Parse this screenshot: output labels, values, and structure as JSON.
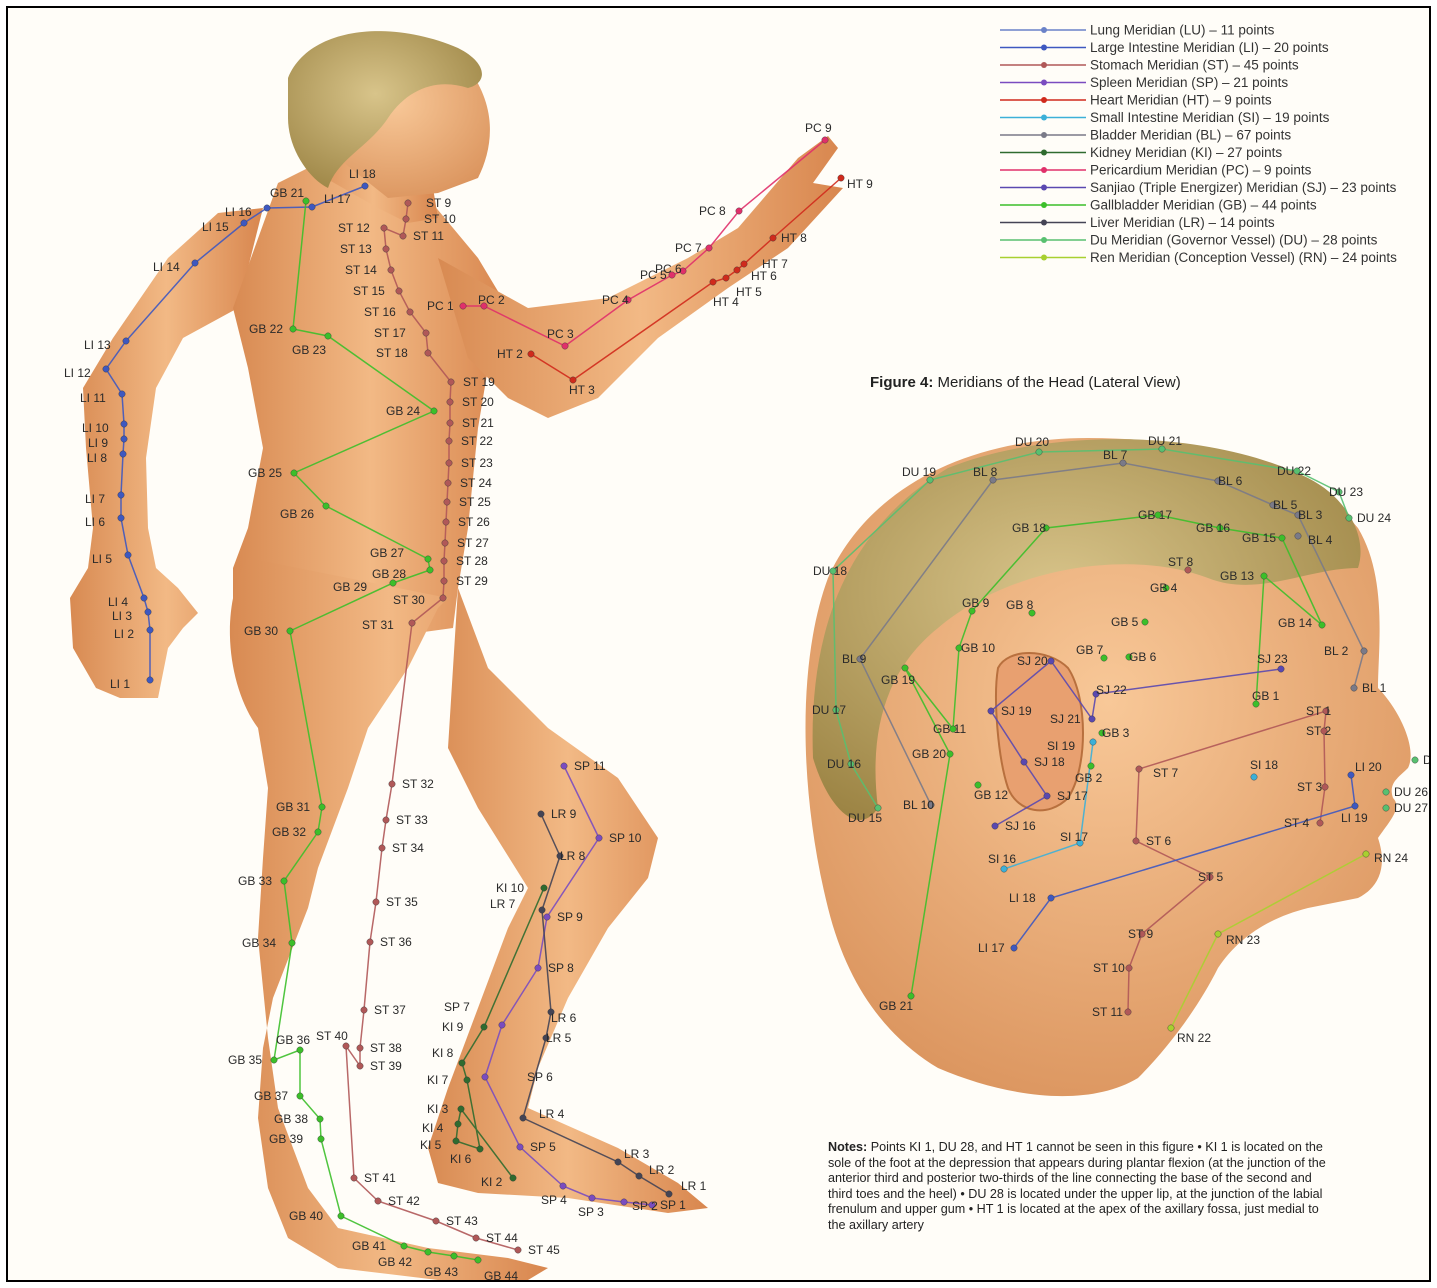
{
  "legend": [
    {
      "label": "Lung Meridian (LU) – 11 points",
      "color": "#6a82c8"
    },
    {
      "label": "Large Intestine Meridian (LI) – 20 points",
      "color": "#3e58c0"
    },
    {
      "label": "Stomach Meridian (ST) – 45 points",
      "color": "#b05858"
    },
    {
      "label": "Spleen Meridian (SP) – 21 points",
      "color": "#7a4cc0"
    },
    {
      "label": "Heart Meridian (HT) – 9 points",
      "color": "#d02a1c"
    },
    {
      "label": "Small Intestine Meridian (SI) – 19 points",
      "color": "#3cb0d8"
    },
    {
      "label": "Bladder Meridian (BL) – 67 points",
      "color": "#7a7a88"
    },
    {
      "label": "Kidney Meridian (KI) – 27 points",
      "color": "#2f6b2f"
    },
    {
      "label": "Pericardium Meridian (PC) – 9 points",
      "color": "#e0306a"
    },
    {
      "label": "Sanjiao (Triple Energizer) Meridian (SJ) – 23 points",
      "color": "#5a48b0"
    },
    {
      "label": "Gallbladder Meridian (GB) – 44 points",
      "color": "#3cbf2a"
    },
    {
      "label": "Liver Meridian (LR) – 14 points",
      "color": "#444455"
    },
    {
      "label": "Du Meridian (Governor Vessel) (DU) – 28 points",
      "color": "#58c070"
    },
    {
      "label": "Ren Meridian (Conception Vessel) (RN) – 24 points",
      "color": "#a8d030"
    }
  ],
  "figure": {
    "number": "Figure 4:",
    "caption": "Meridians of the Head (Lateral View)"
  },
  "notes": {
    "heading": "Notes:",
    "text": "Points KI 1, DU 28, and HT 1 cannot be seen in this figure • KI 1 is located on the sole of the foot at the depression that appears during plantar flexion (at the junction of the anterior third and posterior two-thirds of the line connecting the base of the second and third toes and the heel) • DU 28 is located under the upper lip, at the junction of the labial frenulum and upper gum • HT 1 is located at the apex of the axillary fossa, just medial to the axillary artery"
  },
  "body_points": {
    "LI": [
      "LI 1",
      "LI 2",
      "LI 3",
      "LI 4",
      "LI 5",
      "LI 6",
      "LI 7",
      "LI 8",
      "LI 9",
      "LI 10",
      "LI 11",
      "LI 12",
      "LI 13",
      "LI 14",
      "LI 15",
      "LI 16",
      "LI 17",
      "LI 18"
    ],
    "ST": [
      "ST 9",
      "ST 10",
      "ST 11",
      "ST 12",
      "ST 13",
      "ST 14",
      "ST 15",
      "ST 16",
      "ST 17",
      "ST 18",
      "ST 19",
      "ST 20",
      "ST 21",
      "ST 22",
      "ST 23",
      "ST 24",
      "ST 25",
      "ST 26",
      "ST 27",
      "ST 28",
      "ST 29",
      "ST 30",
      "ST 31",
      "ST 32",
      "ST 33",
      "ST 34",
      "ST 35",
      "ST 36",
      "ST 37",
      "ST 38",
      "ST 39",
      "ST 40",
      "ST 41",
      "ST 42",
      "ST 43",
      "ST 44",
      "ST 45"
    ],
    "GB": [
      "GB 21",
      "GB 22",
      "GB 23",
      "GB 24",
      "GB 25",
      "GB 26",
      "GB 27",
      "GB 28",
      "GB 29",
      "GB 30",
      "GB 31",
      "GB 32",
      "GB 33",
      "GB 34",
      "GB 35",
      "GB 36",
      "GB 37",
      "GB 38",
      "GB 39",
      "GB 40",
      "GB 41",
      "GB 42",
      "GB 43",
      "GB 44"
    ],
    "PC": [
      "PC 1",
      "PC 2",
      "PC 3",
      "PC 4",
      "PC 5",
      "PC 6",
      "PC 7",
      "PC 8",
      "PC 9"
    ],
    "HT": [
      "HT 2",
      "HT 3",
      "HT 4",
      "HT 5",
      "HT 6",
      "HT 7",
      "HT 8",
      "HT 9"
    ],
    "SP": [
      "SP 1",
      "SP 2",
      "SP 3",
      "SP 4",
      "SP 5",
      "SP 6",
      "SP 7",
      "SP 8",
      "SP 9",
      "SP 10",
      "SP 11"
    ],
    "LR": [
      "LR 1",
      "LR 2",
      "LR 3",
      "LR 4",
      "LR 5",
      "LR 6",
      "LR 7",
      "LR 8",
      "LR 9"
    ],
    "KI": [
      "KI 2",
      "KI 3",
      "KI 4",
      "KI 5",
      "KI 6",
      "KI 7",
      "KI 8",
      "KI 9",
      "KI 10"
    ]
  },
  "head_points": {
    "DU": [
      "DU 15",
      "DU 16",
      "DU 17",
      "DU 18",
      "DU 19",
      "DU 20",
      "DU 21",
      "DU 22",
      "DU 23",
      "DU 24",
      "DU 26",
      "DU 27",
      "DU"
    ],
    "BL": [
      "BL 1",
      "BL 2",
      "BL 3",
      "BL 4",
      "BL 5",
      "BL 6",
      "BL 7",
      "BL 8",
      "BL 9",
      "BL 10"
    ],
    "GB": [
      "GB 1",
      "GB 2",
      "GB 3",
      "GB 4",
      "GB 5",
      "GB 6",
      "GB 7",
      "GB 8",
      "GB 9",
      "GB 10",
      "GB 11",
      "GB 12",
      "GB 13",
      "GB 14",
      "GB 15",
      "GB 16",
      "GB 17",
      "GB 18",
      "GB 19",
      "GB 20",
      "GB 21"
    ],
    "SJ": [
      "SJ 16",
      "SJ 17",
      "SJ 18",
      "SJ 19",
      "SJ 20",
      "SJ 21",
      "SJ 22",
      "SJ 23"
    ],
    "SI": [
      "SI 16",
      "SI 17",
      "SI 18",
      "SI 19"
    ],
    "ST": [
      "ST 1",
      "ST 2",
      "ST 3",
      "ST 4",
      "ST 5",
      "ST 6",
      "ST 7",
      "ST 8",
      "ST 9",
      "ST 10",
      "ST 11"
    ],
    "LI": [
      "LI 17",
      "LI 18",
      "LI 19",
      "LI 20"
    ],
    "RN": [
      "RN 22",
      "RN 23",
      "RN 24"
    ]
  }
}
